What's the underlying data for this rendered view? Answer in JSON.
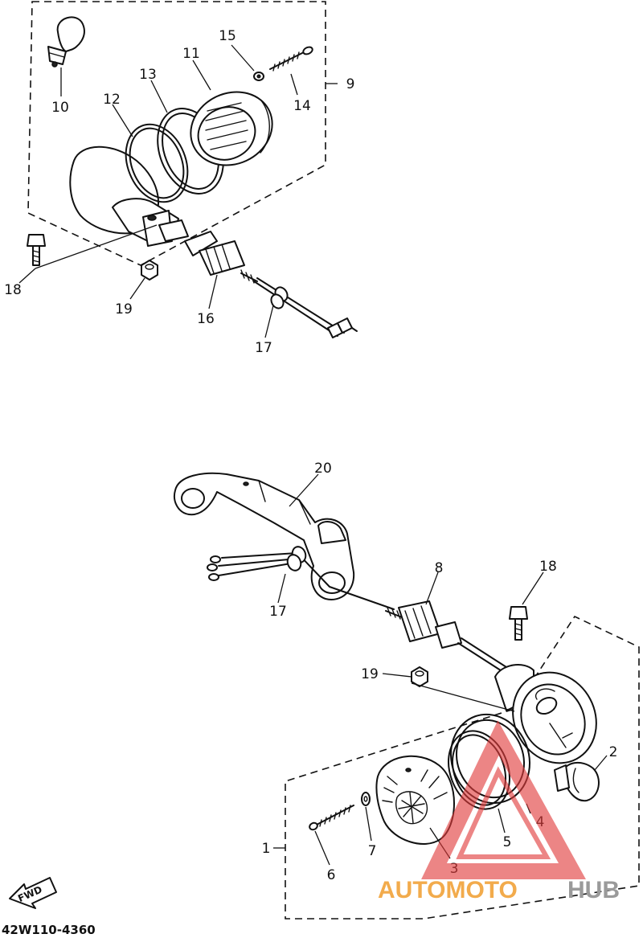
{
  "diagram_code": "42W110-4360",
  "direction_label": "FWD",
  "watermark": {
    "brand_left": "AUTOMOTO",
    "brand_right": "HUB",
    "triangle_color": "#e23b3b",
    "left_color": "#f2ab4c",
    "right_color": "#9a9a9a"
  },
  "callouts": {
    "c1": "1",
    "c2": "2",
    "c3": "3",
    "c4": "4",
    "c5": "5",
    "c6": "6",
    "c7": "7",
    "c8": "8",
    "c9": "9",
    "c10": "10",
    "c11": "11",
    "c12": "12",
    "c13": "13",
    "c14": "14",
    "c15": "15",
    "c16": "16",
    "c17_top": "17",
    "c17_bottom": "17",
    "c18_top": "18",
    "c18_bottom": "18",
    "c19_top": "19",
    "c19_bottom": "19",
    "c20": "20"
  }
}
